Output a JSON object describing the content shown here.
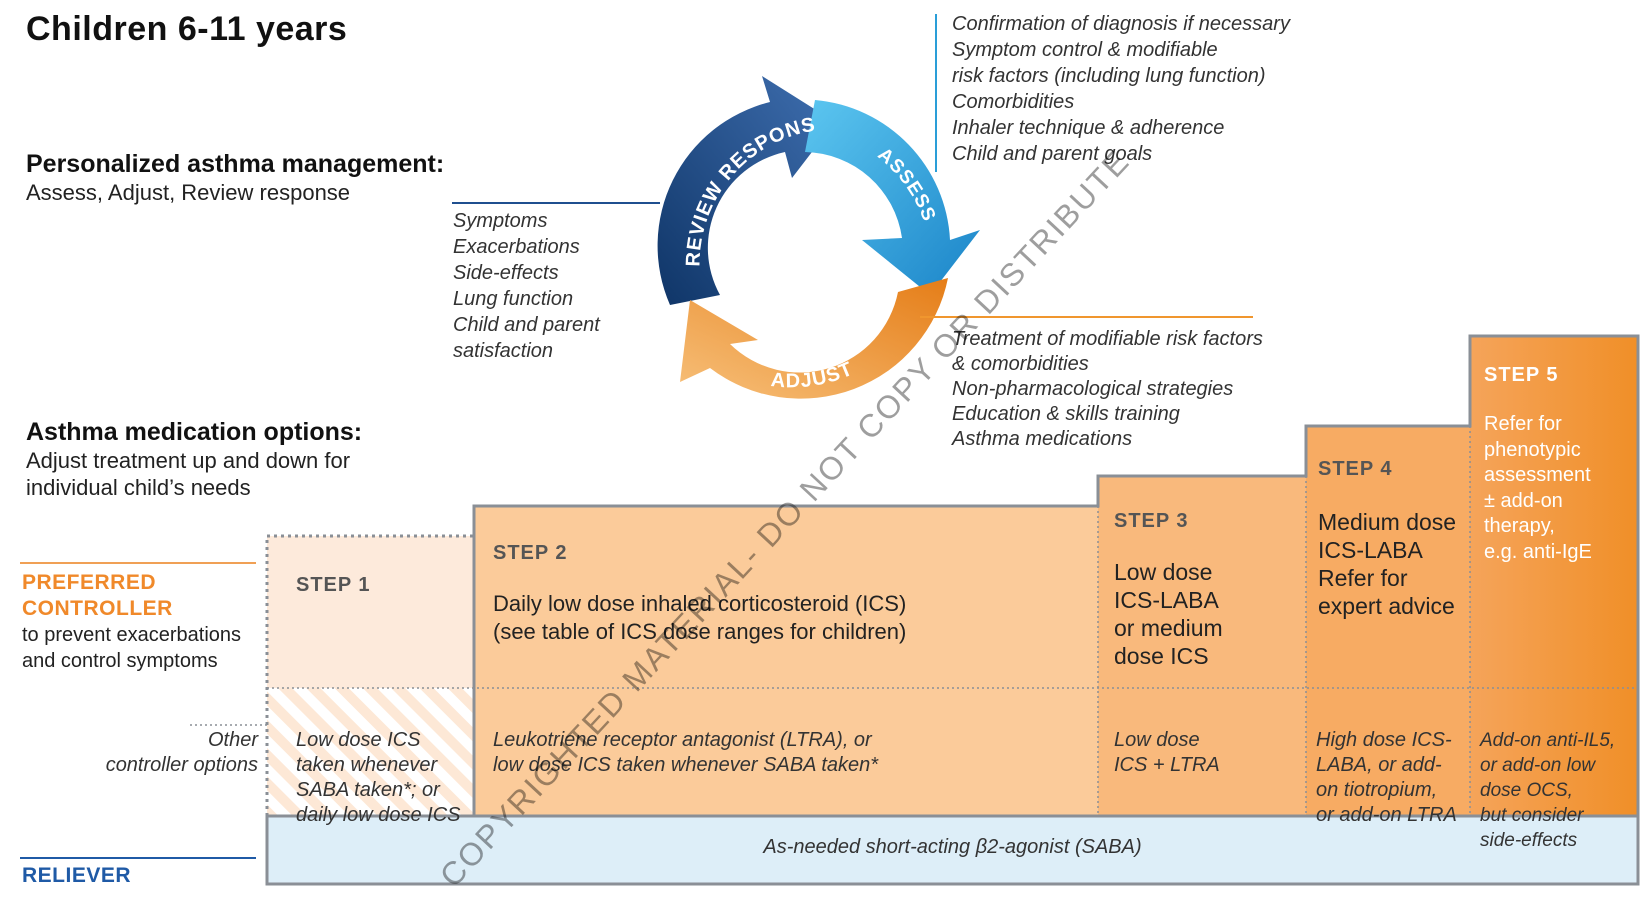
{
  "title": "Children 6-11 years",
  "management": {
    "heading": "Personalized asthma management:",
    "subtitle": "Assess, Adjust, Review response"
  },
  "cycle": {
    "review_label": "REVIEW RESPONSE",
    "assess_label": "ASSESS",
    "adjust_label": "ADJUST",
    "colors": {
      "review": "#1f4f8f",
      "assess": "#2a9ed8",
      "adjust": "#f0962e"
    }
  },
  "review_items": [
    "Symptoms",
    "Exacerbations",
    "Side-effects",
    "Lung function",
    "Child and parent",
    "satisfaction"
  ],
  "assess_items": [
    "Confirmation of diagnosis if necessary",
    "Symptom control & modifiable",
    "risk factors (including lung function)",
    "Comorbidities",
    "Inhaler technique & adherence",
    "Child and parent goals"
  ],
  "adjust_items": [
    "Treatment of modifiable risk factors",
    "& comorbidities",
    "Non-pharmacological strategies",
    "Education & skills training",
    "Asthma medications"
  ],
  "medication": {
    "heading": "Asthma medication options:",
    "line1": "Adjust treatment up and down for",
    "line2": "individual child’s needs"
  },
  "left_labels": {
    "preferred_1": "PREFERRED",
    "preferred_2": "CONTROLLER",
    "preferred_desc_1": "to prevent exacerbations",
    "preferred_desc_2": "and control symptoms",
    "other_1": "Other",
    "other_2": "controller options",
    "reliever": "RELIEVER"
  },
  "steps": [
    {
      "label": "STEP 1",
      "preferred": [],
      "other": [
        "Low dose ICS",
        "taken whenever",
        "SABA taken*; or",
        "daily low dose ICS"
      ]
    },
    {
      "label": "STEP 2",
      "preferred": [
        "Daily low dose inhaled corticosteroid (ICS)",
        "(see table of ICS dose ranges for children)"
      ],
      "other": [
        "Leukotriene receptor antagonist (LTRA), or",
        "low dose ICS taken whenever SABA taken*"
      ]
    },
    {
      "label": "STEP 3",
      "preferred": [
        "Low dose",
        "ICS-LABA",
        "or medium",
        "dose ICS"
      ],
      "other": [
        "Low dose",
        "ICS + LTRA"
      ]
    },
    {
      "label": "STEP 4",
      "preferred": [
        "Medium dose",
        "ICS-LABA",
        "Refer for",
        "expert advice"
      ],
      "other": [
        "High dose ICS-",
        "LABA, or add-",
        "on tiotropium,",
        "or add-on LTRA"
      ]
    },
    {
      "label": "STEP 5",
      "preferred": [
        "Refer for",
        "phenotypic",
        "assessment",
        "± add-on",
        "therapy,",
        "e.g. anti-IgE"
      ],
      "other": [
        "Add-on anti-IL5,",
        "or add-on low",
        "dose OCS,",
        "but consider",
        "side-effects"
      ]
    }
  ],
  "reliever_text": "As-needed short-acting β2-agonist (SABA)",
  "watermark": "COPYRIGHTED MATERIAL- DO NOT COPY OR DISTRIBUTE"
}
